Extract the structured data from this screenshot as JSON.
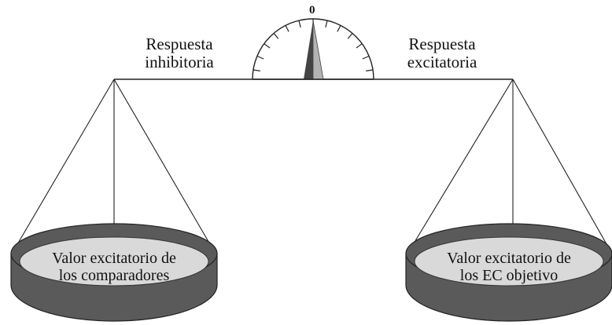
{
  "scale": {
    "dial_zero": "0",
    "left_label": {
      "line1": "Respuesta",
      "line2": "inhibitoria"
    },
    "right_label": {
      "line1": "Respuesta",
      "line2": "excitatoria"
    },
    "left_pan": {
      "line1": "Valor excitatorio de",
      "line2": "los comparadores"
    },
    "right_pan": {
      "line1": "Valor excitatorio de",
      "line2": "los EC objetivo"
    },
    "dial_reading": 0
  },
  "colors": {
    "line": "#222222",
    "pan_body": "#5a5a5a",
    "pan_surface": "#d9d9d9",
    "needle_dark": "#444444",
    "needle_light": "#b3b3b3"
  }
}
